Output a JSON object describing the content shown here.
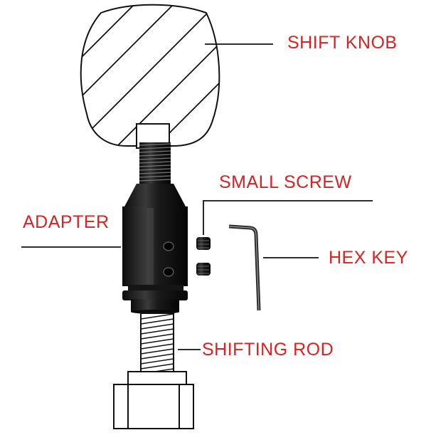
{
  "labels": {
    "shift_knob": "SHIFT KNOB",
    "small_screw": "SMALL SCREW",
    "adapter": "ADAPTER",
    "hex_key": "HEX KEY",
    "shifting_rod": "SHIFTING ROD"
  },
  "colors": {
    "label_text": "#e02020",
    "line_art": "#111111",
    "adapter_body": "#1c1c1c",
    "background": "#ffffff"
  }
}
